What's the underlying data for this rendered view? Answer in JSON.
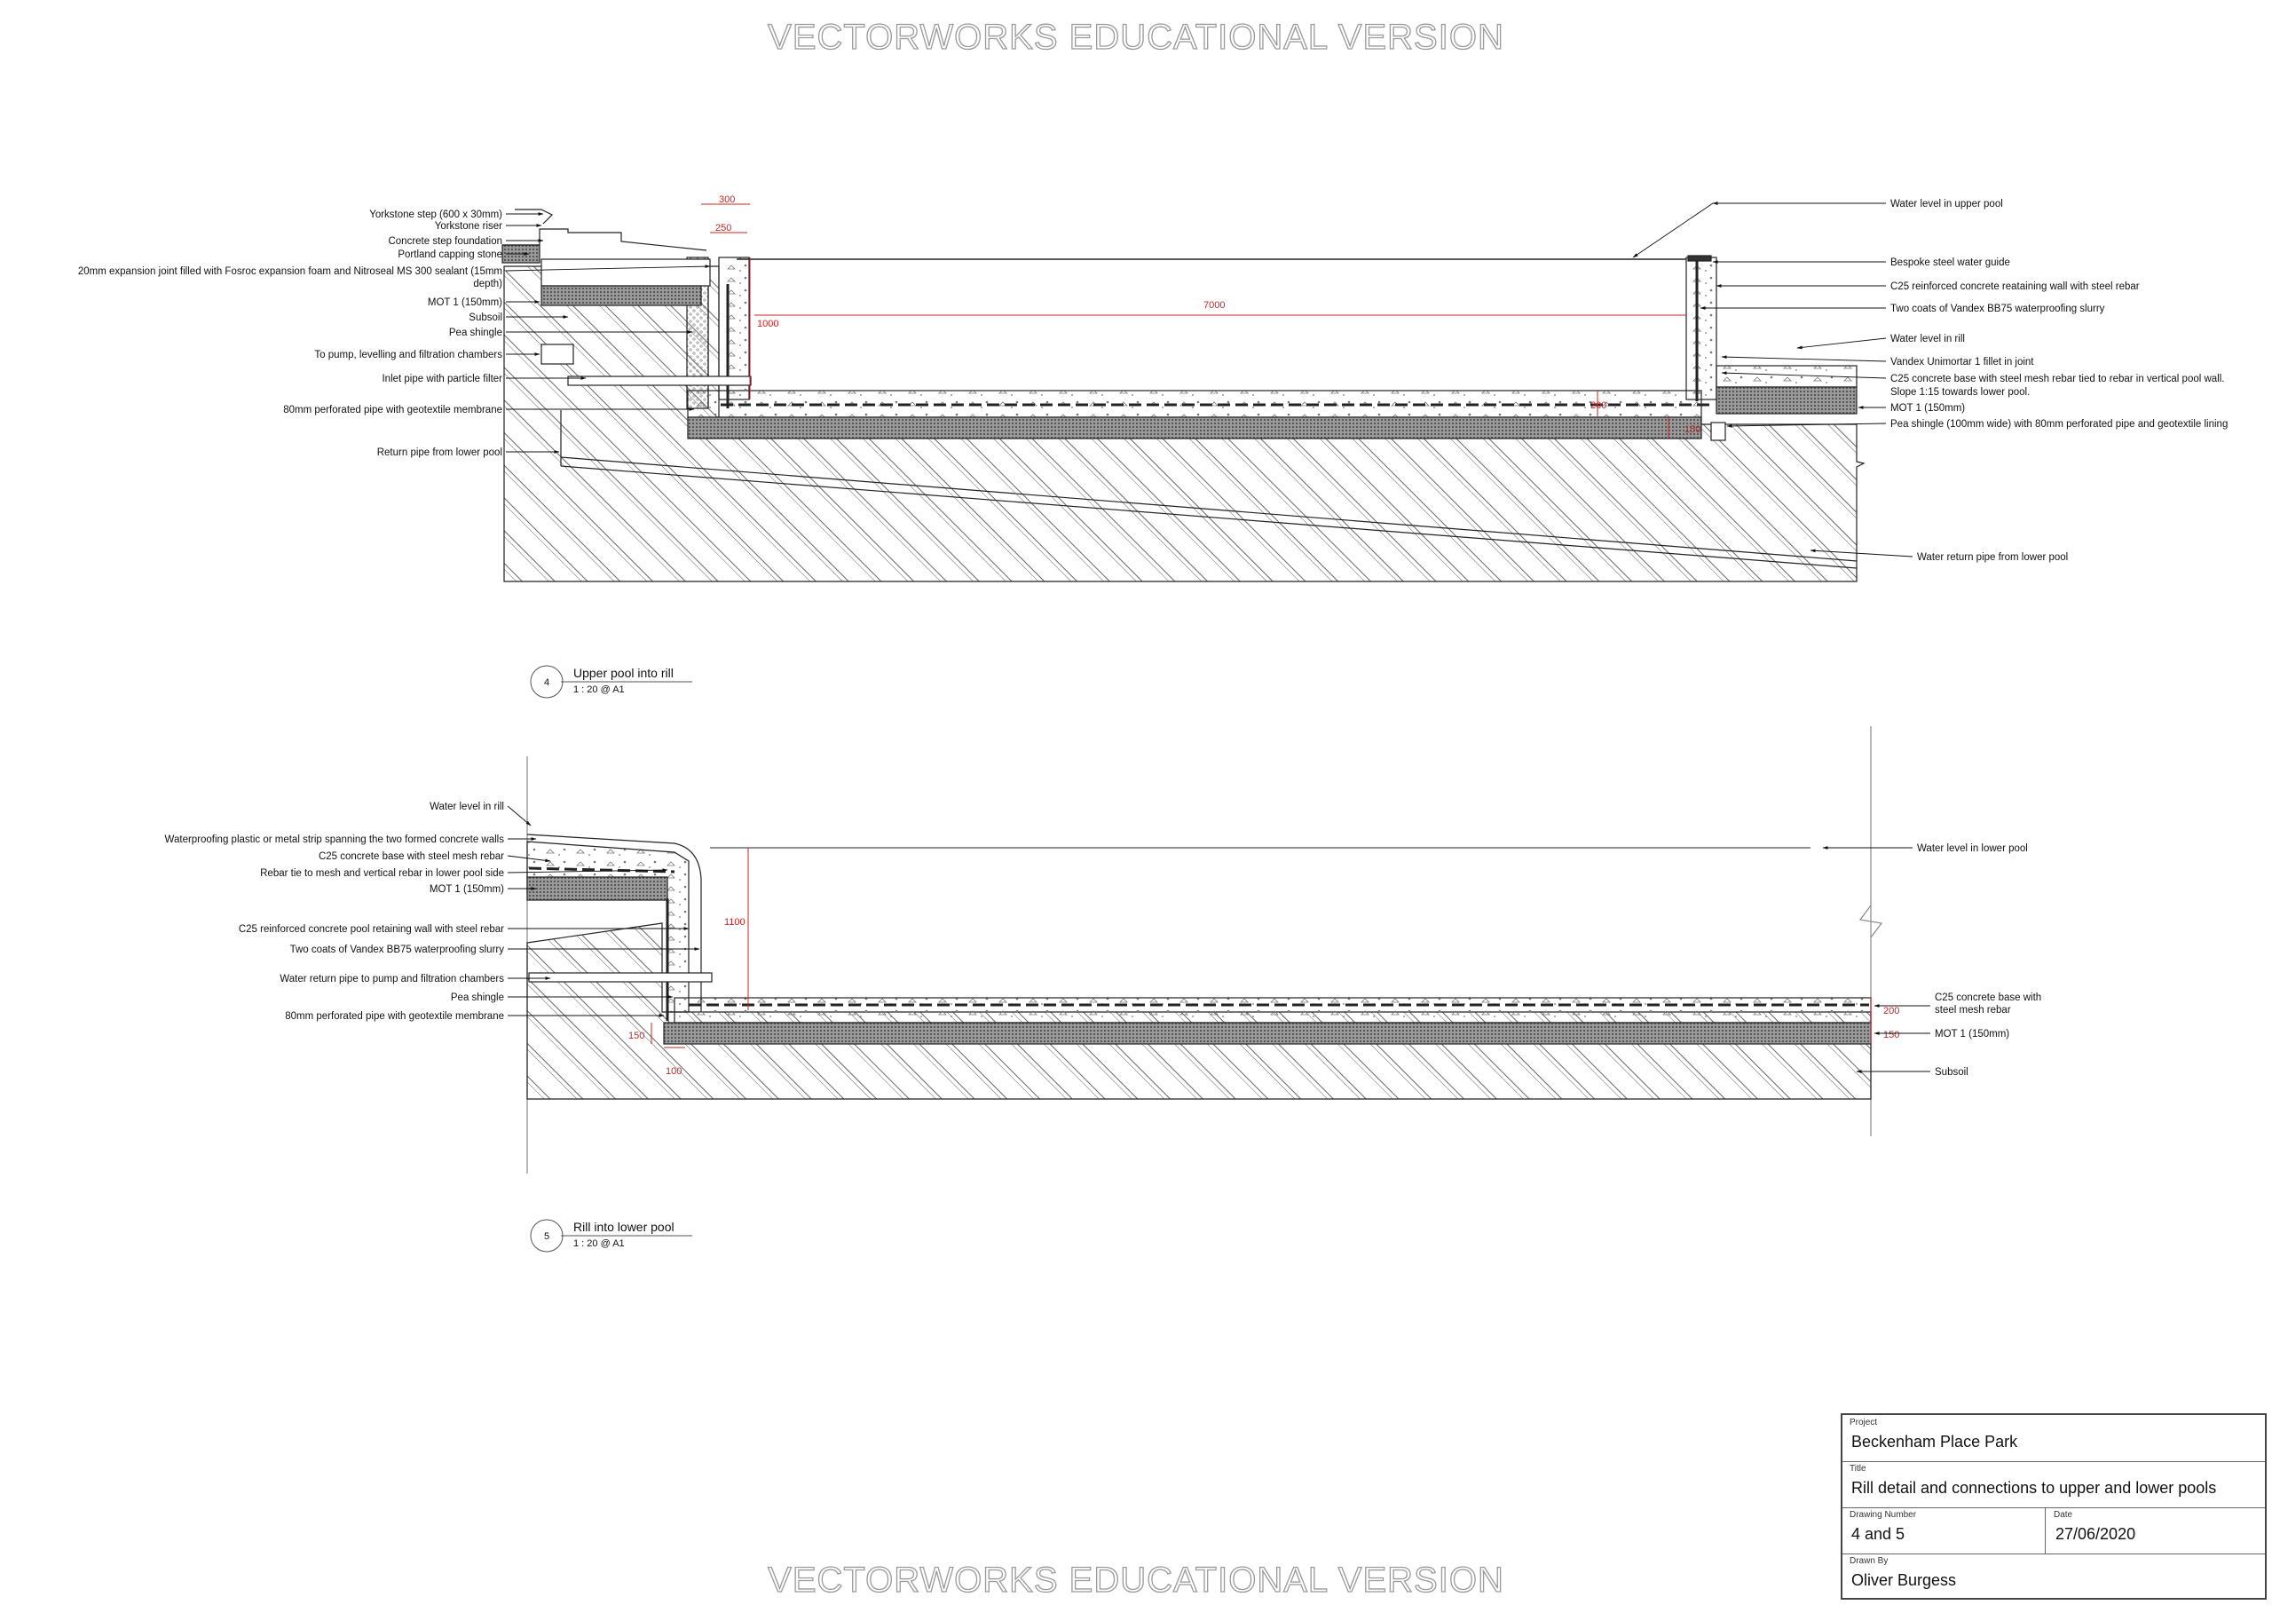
{
  "watermark": "VECTORWORKS EDUCATIONAL VERSION",
  "detail4": {
    "number": "4",
    "title": "Upper pool into rill",
    "scale": "1 : 20 @ A1",
    "labels_left": [
      "Yorkstone step (600 x 30mm)",
      "Yorkstone riser",
      "Concrete step foundation",
      "Portland capping stone",
      "20mm expansion joint filled with Fosroc expansion foam and Nitroseal MS 300 sealant (15mm",
      "depth)",
      "MOT 1 (150mm)",
      "Subsoil",
      "Pea shingle",
      "To pump, levelling and filtration chambers",
      "Inlet pipe with particle filter",
      "80mm perforated pipe with geotextile membrane",
      "Return pipe from lower pool"
    ],
    "labels_right": [
      "Water level in upper pool",
      "Bespoke steel water guide",
      "C25 reinforced concrete reataining wall with steel rebar",
      "Two coats of Vandex BB75 waterproofing slurry",
      "Water level in rill",
      "Vandex Unimortar 1 fillet in joint",
      "C25 concrete base with steel mesh rebar tied to rebar in vertical pool wall.",
      "Slope 1:15 towards lower pool.",
      "MOT 1 (150mm)",
      "Pea shingle (100mm wide) with 80mm perforated pipe and geotextile lining",
      "Water return pipe from lower pool"
    ],
    "dims": [
      "300",
      "250",
      "1000",
      "7000",
      "200",
      "150"
    ]
  },
  "detail5": {
    "number": "5",
    "title": "Rill into lower pool",
    "scale": "1 : 20 @ A1",
    "labels_left": [
      "Water level in rill",
      "Waterproofing plastic or metal strip spanning the two formed concrete walls",
      "C25 concrete base with steel mesh rebar",
      "Rebar tie to mesh and vertical rebar in lower pool side",
      "MOT 1 (150mm)",
      "C25 reinforced concrete pool retaining wall with steel rebar",
      "Two coats of Vandex BB75 waterproofing slurry",
      "Water return pipe to pump and filtration chambers",
      "Pea shingle",
      "80mm perforated pipe with geotextile membrane"
    ],
    "labels_right": [
      "Water level in lower pool",
      "C25 concrete base with",
      "steel mesh rebar",
      "MOT 1 (150mm)",
      "Subsoil"
    ],
    "dims": [
      "1100",
      "200",
      "150",
      "150",
      "100"
    ]
  },
  "title_block": {
    "project_label": "Project",
    "project": "Beckenham Place Park",
    "title_label": "Title",
    "title": "Rill detail and connections to upper and lower pools",
    "drawing_number_label": "Drawing Number",
    "drawing_number": "4 and 5",
    "date_label": "Date",
    "date": "27/06/2020",
    "drawn_by_label": "Drawn By",
    "drawn_by": "Oliver Burgess"
  },
  "colors": {
    "dimension": "#cc2222",
    "line": "#222222",
    "hatch": "#555555"
  }
}
